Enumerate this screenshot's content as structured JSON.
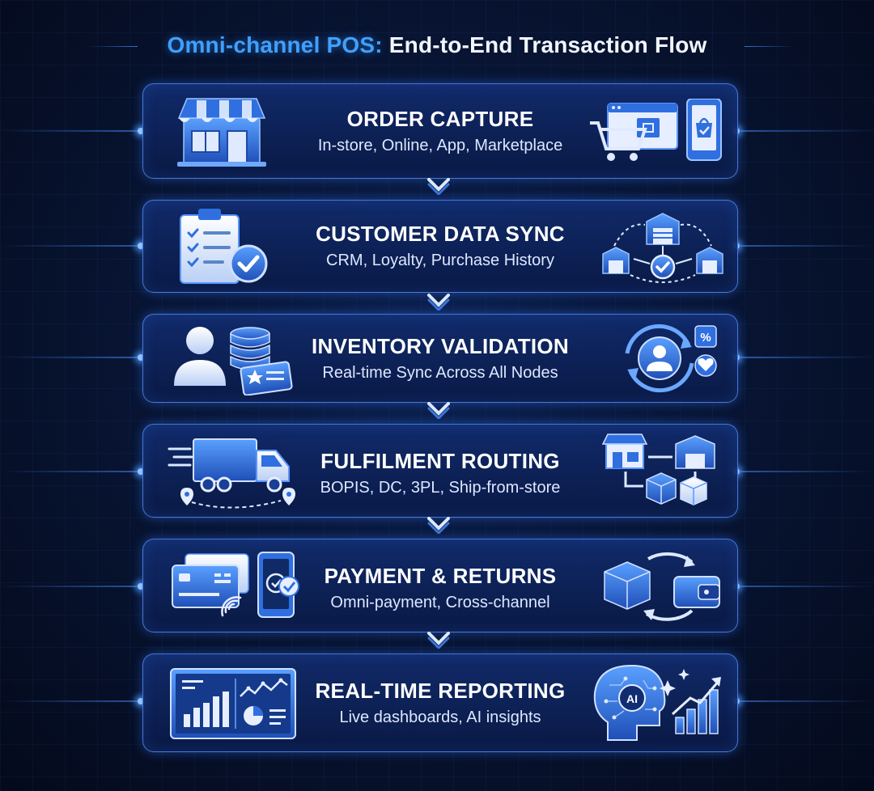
{
  "title": {
    "accent": "Omni-channel POS:",
    "main": "End-to-End Transaction Flow"
  },
  "colors": {
    "accent": "#3fa0ff",
    "card_border": "#5a96ff",
    "icon_fill": "#2f6fe0",
    "icon_light": "#e6eeff"
  },
  "steps": [
    {
      "title": "ORDER CAPTURE",
      "subtitle": "In-store, Online, App, Marketplace",
      "left_icon": "storefront-icon",
      "right_icon": "shopping-cart-icon"
    },
    {
      "title": "CUSTOMER DATA SYNC",
      "subtitle": "CRM, Loyalty, Purchase History",
      "left_icon": "checklist-clipboard-icon",
      "right_icon": "warehouse-network-icon"
    },
    {
      "title": "INVENTORY VALIDATION",
      "subtitle": "Real-time Sync Across All Nodes",
      "left_icon": "customer-database-icon",
      "right_icon": "loyalty-sync-icon"
    },
    {
      "title": "FULFILMENT ROUTING",
      "subtitle": "BOPIS, DC, 3PL, Ship-from-store",
      "left_icon": "delivery-truck-icon",
      "right_icon": "store-warehouse-routing-icon"
    },
    {
      "title": "PAYMENT & RETURNS",
      "subtitle": "Omni-payment, Cross-channel",
      "left_icon": "payment-card-icon",
      "right_icon": "returns-exchange-icon"
    },
    {
      "title": "REAL-TIME REPORTING",
      "subtitle": "Live dashboards, AI insights",
      "left_icon": "dashboard-icon",
      "right_icon": "ai-insights-icon"
    }
  ]
}
